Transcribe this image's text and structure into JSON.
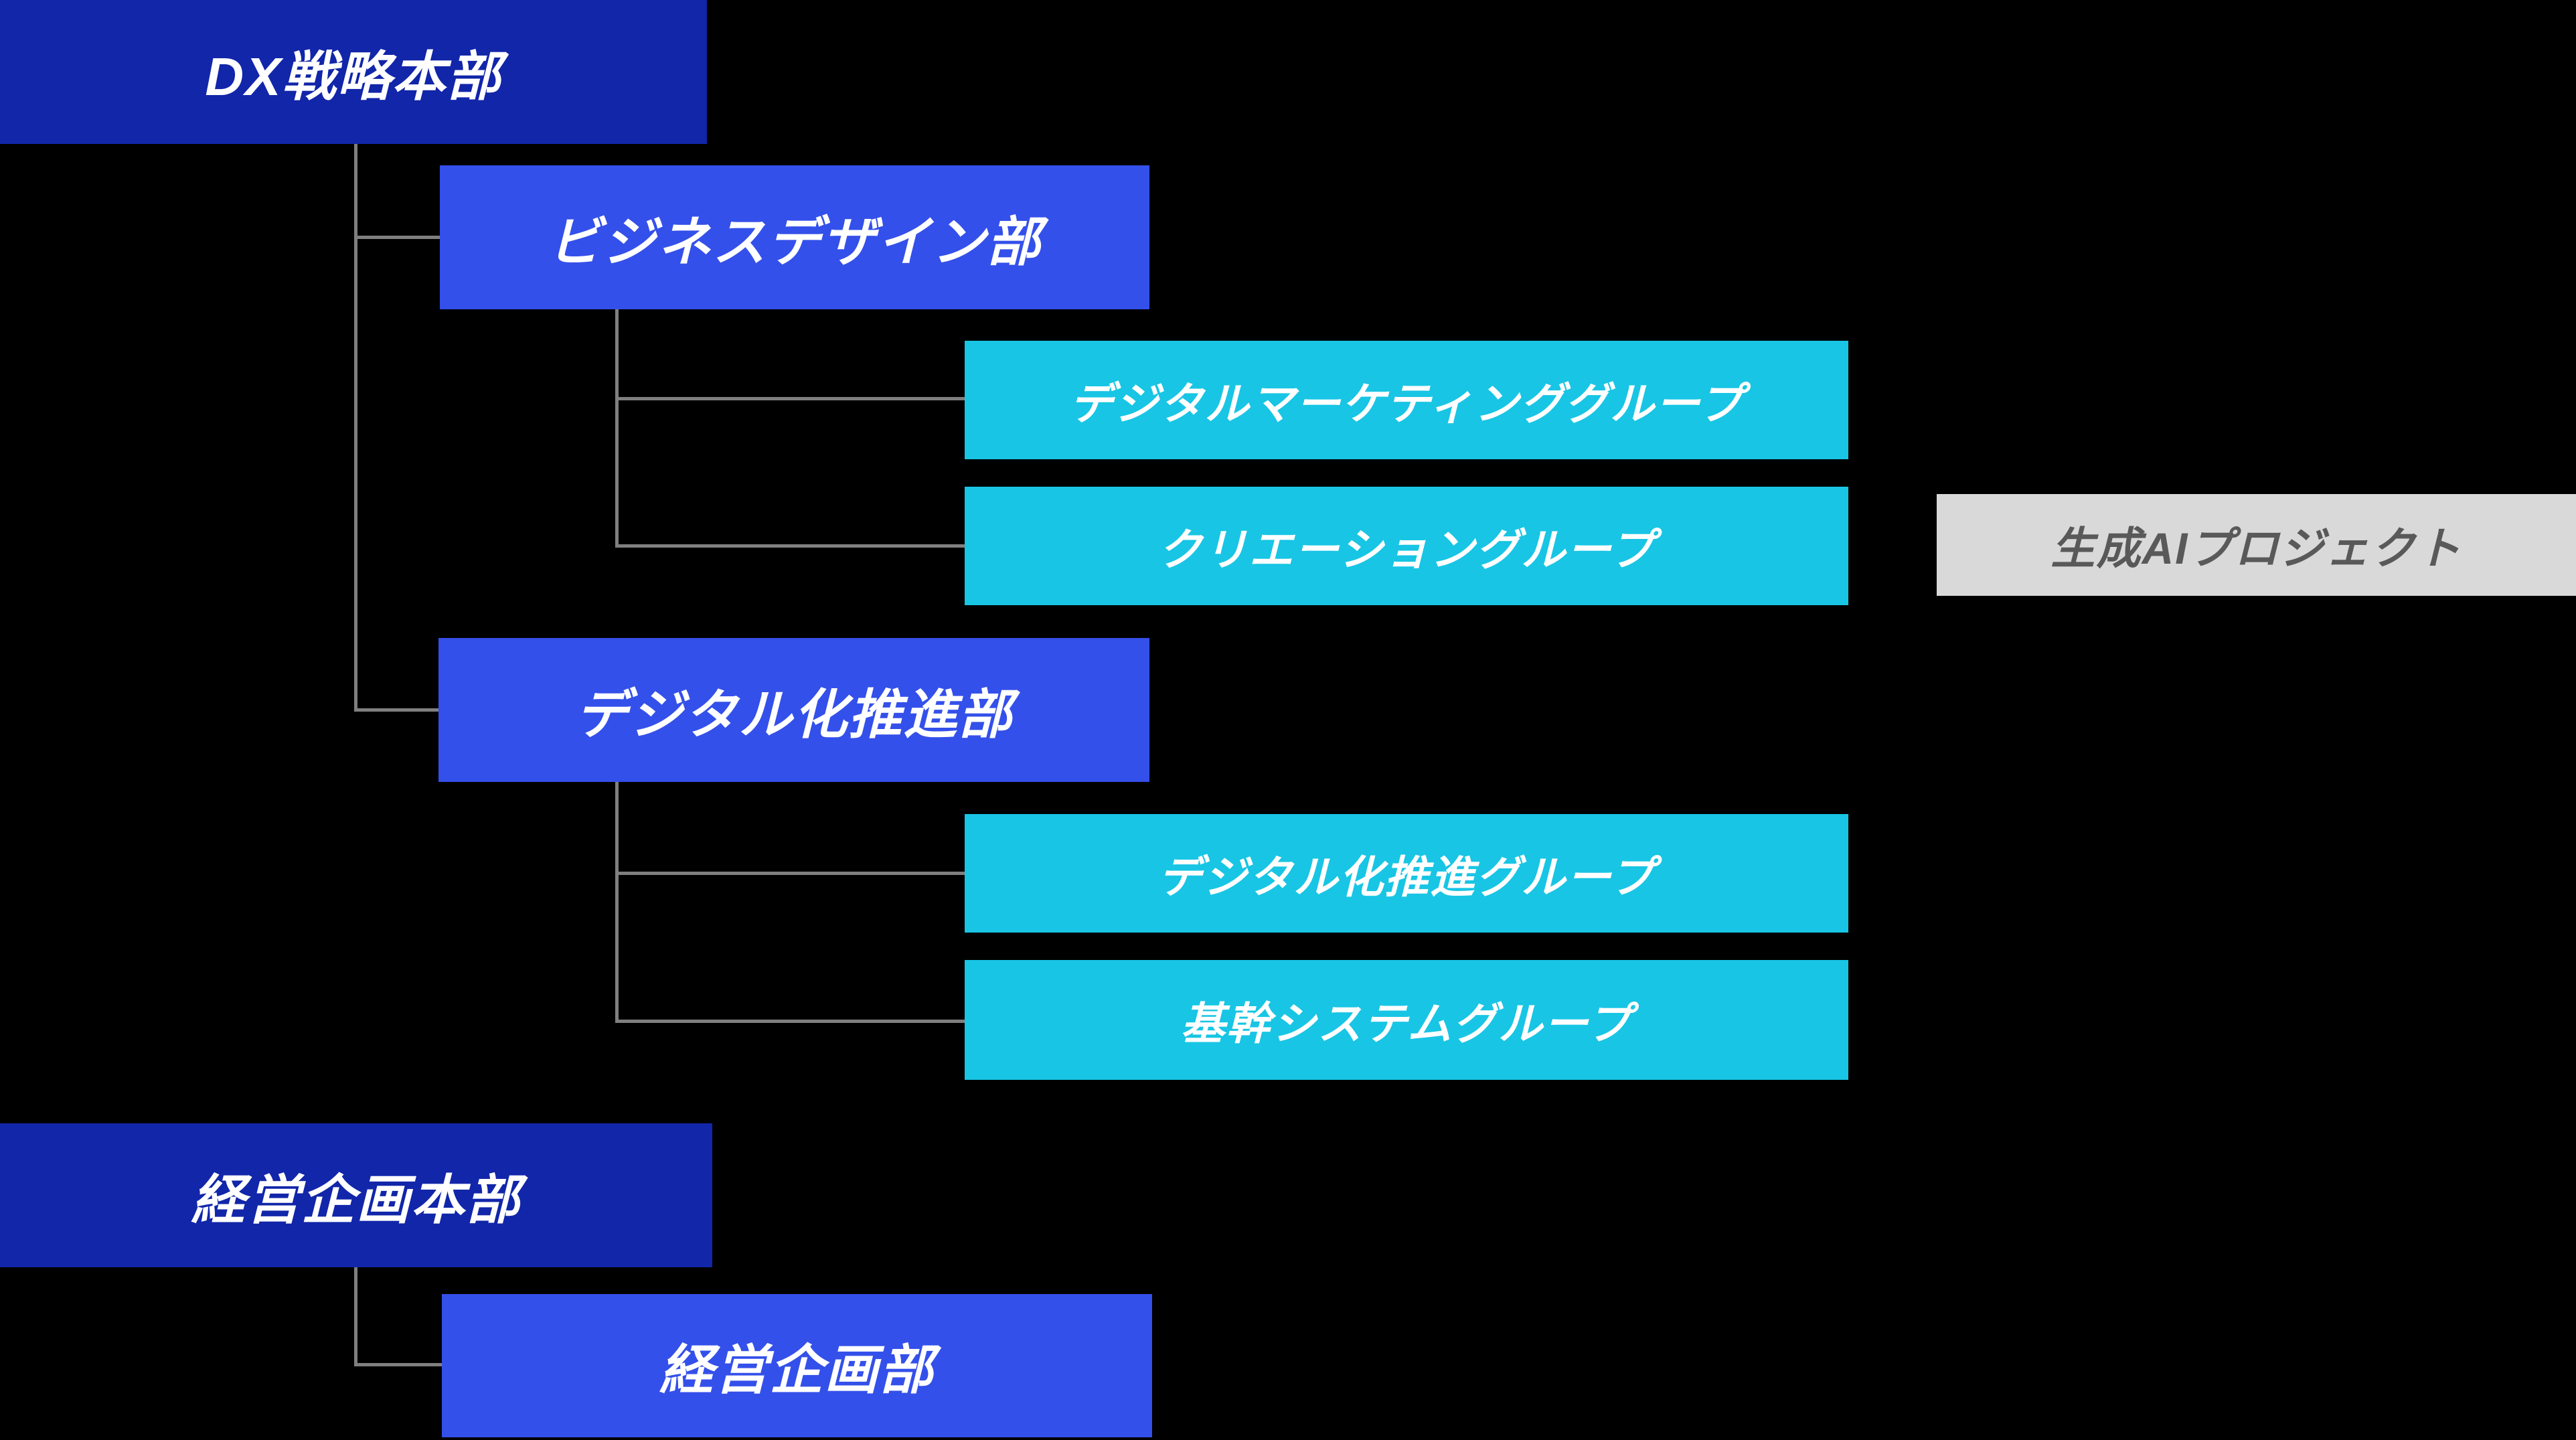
{
  "colors": {
    "background": "#000000",
    "headquarters_fill": "#1126A9",
    "department_fill": "#3450EA",
    "group_fill": "#18C5E4",
    "project_fill": "#D9D9D9",
    "project_text": "#595959",
    "node_text": "#FFFFFF",
    "connector": "#7F7F7F"
  },
  "org_chart": {
    "type": "organization-chart",
    "nodes": [
      {
        "id": "dx-strategy-hq",
        "label": "DX戦略本部",
        "type": "headquarters",
        "parent": null
      },
      {
        "id": "business-design-dept",
        "label": "ビジネスデザイン部",
        "type": "department",
        "parent": "dx-strategy-hq"
      },
      {
        "id": "digital-marketing-grp",
        "label": "デジタルマーケティンググループ",
        "type": "group",
        "parent": "business-design-dept"
      },
      {
        "id": "creation-grp",
        "label": "クリエーショングループ",
        "type": "group",
        "parent": "business-design-dept"
      },
      {
        "id": "gen-ai-project",
        "label": "生成AIプロジェクト",
        "type": "project-note",
        "parent": null
      },
      {
        "id": "digitalization-dept",
        "label": "デジタル化推進部",
        "type": "department",
        "parent": "dx-strategy-hq"
      },
      {
        "id": "digitalization-grp",
        "label": "デジタル化推進グループ",
        "type": "group",
        "parent": "digitalization-dept"
      },
      {
        "id": "core-system-grp",
        "label": "基幹システムグループ",
        "type": "group",
        "parent": "digitalization-dept"
      },
      {
        "id": "corporate-planning-hq",
        "label": "経営企画本部",
        "type": "headquarters",
        "parent": null
      },
      {
        "id": "corporate-planning-dept",
        "label": "経営企画部",
        "type": "department",
        "parent": "corporate-planning-hq"
      }
    ]
  }
}
